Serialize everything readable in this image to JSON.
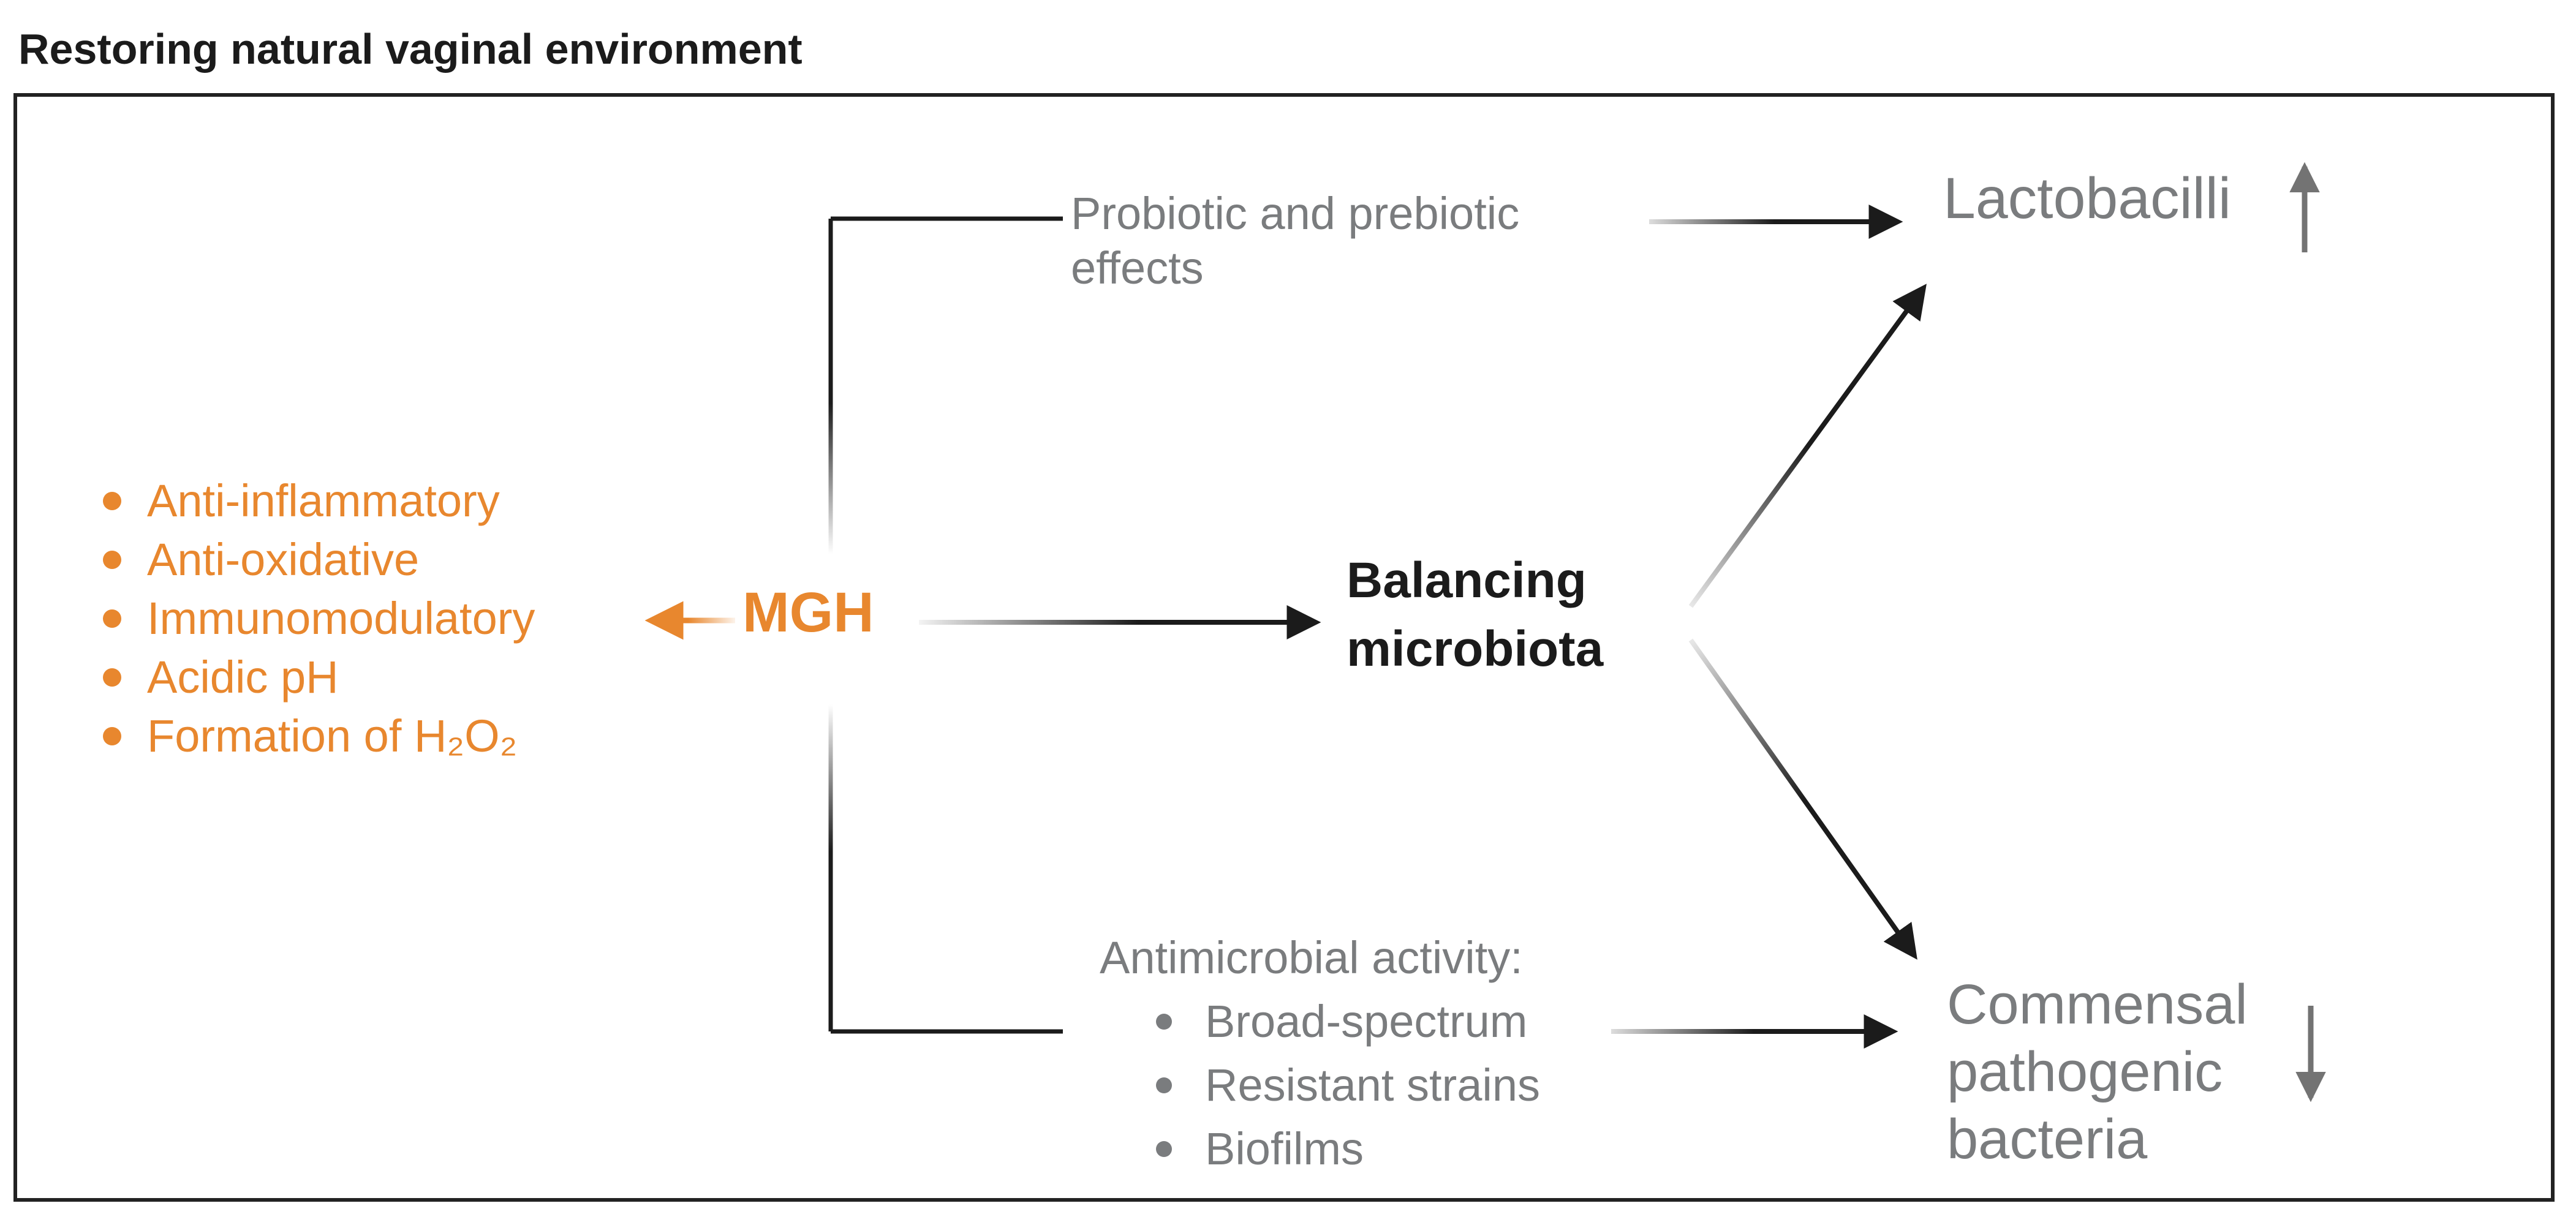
{
  "title": "Restoring natural vaginal environment",
  "colors": {
    "orange": "#E8872E",
    "gray": "#7A7C7E",
    "dark": "#1B1B1B",
    "arrow_gray": "#737373"
  },
  "mgh": {
    "label": "MGH",
    "properties": [
      "Anti-inflammatory",
      "Anti-oxidative",
      "Immunomodulatory",
      "Acidic pH",
      "Formation of H₂O₂"
    ]
  },
  "mechanisms": {
    "probiotic": "Probiotic and prebiotic effects",
    "balancing": "Balancing microbiota",
    "antimicrobial": {
      "heading": "Antimicrobial activity:",
      "items": [
        "Broad-spectrum",
        "Resistant strains",
        "Biofilms"
      ]
    }
  },
  "outcomes": {
    "lactobacilli": {
      "label": "Lactobacilli",
      "change": "increase"
    },
    "commensal": {
      "label": "Commensal pathogenic bacteria",
      "change": "decrease"
    }
  }
}
